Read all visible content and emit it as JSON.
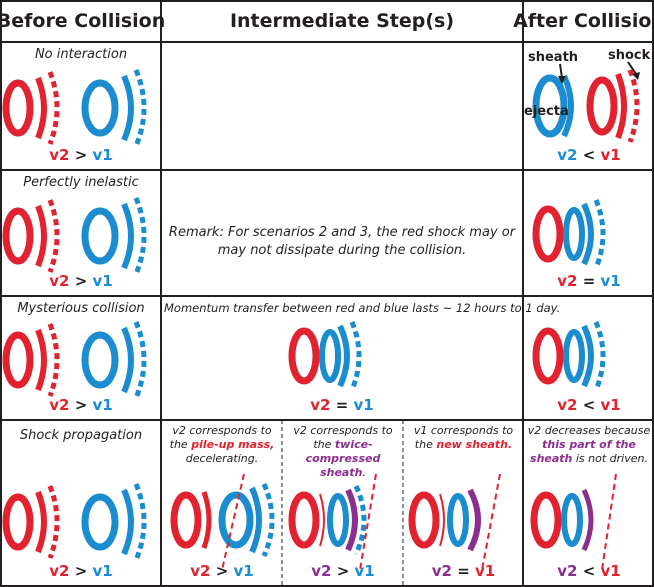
{
  "headers": {
    "before": "Before Collision",
    "intermediate": "Intermediate Step(s)",
    "after": "After Collision"
  },
  "rows": [
    {
      "label": "No interaction",
      "before": {
        "left": "v2",
        "op": ">",
        "right": "v1"
      },
      "after": {
        "left": "v2",
        "op": "<",
        "right": "v1"
      },
      "after_tags": {
        "sheath": "sheath",
        "shock": "shock",
        "ejecta": "ejecta"
      }
    },
    {
      "label": "Perfectly inelastic",
      "before": {
        "left": "v2",
        "op": ">",
        "right": "v1"
      },
      "remark": "Remark:  For scenarios 2 and 3, the red shock may or may not dissipate during the collision.",
      "after": {
        "left": "v2",
        "op": "=",
        "right": "v1"
      }
    },
    {
      "label": "Mysterious collision",
      "before": {
        "left": "v2",
        "op": ">",
        "right": "v1"
      },
      "remark": "Momentum transfer between red and blue lasts ~ 12 hours to 1 day.",
      "middle": {
        "left": "v2",
        "op": "=",
        "right": "v1"
      },
      "after": {
        "left": "v2",
        "op": "<",
        "right": "v1"
      }
    },
    {
      "label": "Shock propagation",
      "before": {
        "left": "v2",
        "op": ">",
        "right": "v1"
      },
      "steps": [
        {
          "pre": "v2 corresponds to the ",
          "em": "pile-up mass,",
          "post": " decelerating.",
          "ineq": {
            "left": "v2",
            "op": ">",
            "right": "v1"
          }
        },
        {
          "pre": "v2 corresponds to the ",
          "em": "twice-compressed sheath",
          "post": ".",
          "ineq": {
            "left": "v2",
            "op": ">",
            "right": "v1"
          }
        },
        {
          "pre": "v1 corresponds to the ",
          "em": "new sheath.",
          "post": "",
          "ineq": {
            "left": "v2",
            "op": "=",
            "right": "v1"
          }
        }
      ],
      "after": {
        "pre": "v2 decreases because ",
        "em": "this part of the sheath",
        "post": " is not driven.",
        "ineq": {
          "left": "v2",
          "op": "<",
          "right": "v1"
        }
      }
    }
  ],
  "colors": {
    "red": "#e2222e",
    "blue": "#1a8ccf",
    "purple": "#8b2e8f",
    "line": "#231f20"
  }
}
